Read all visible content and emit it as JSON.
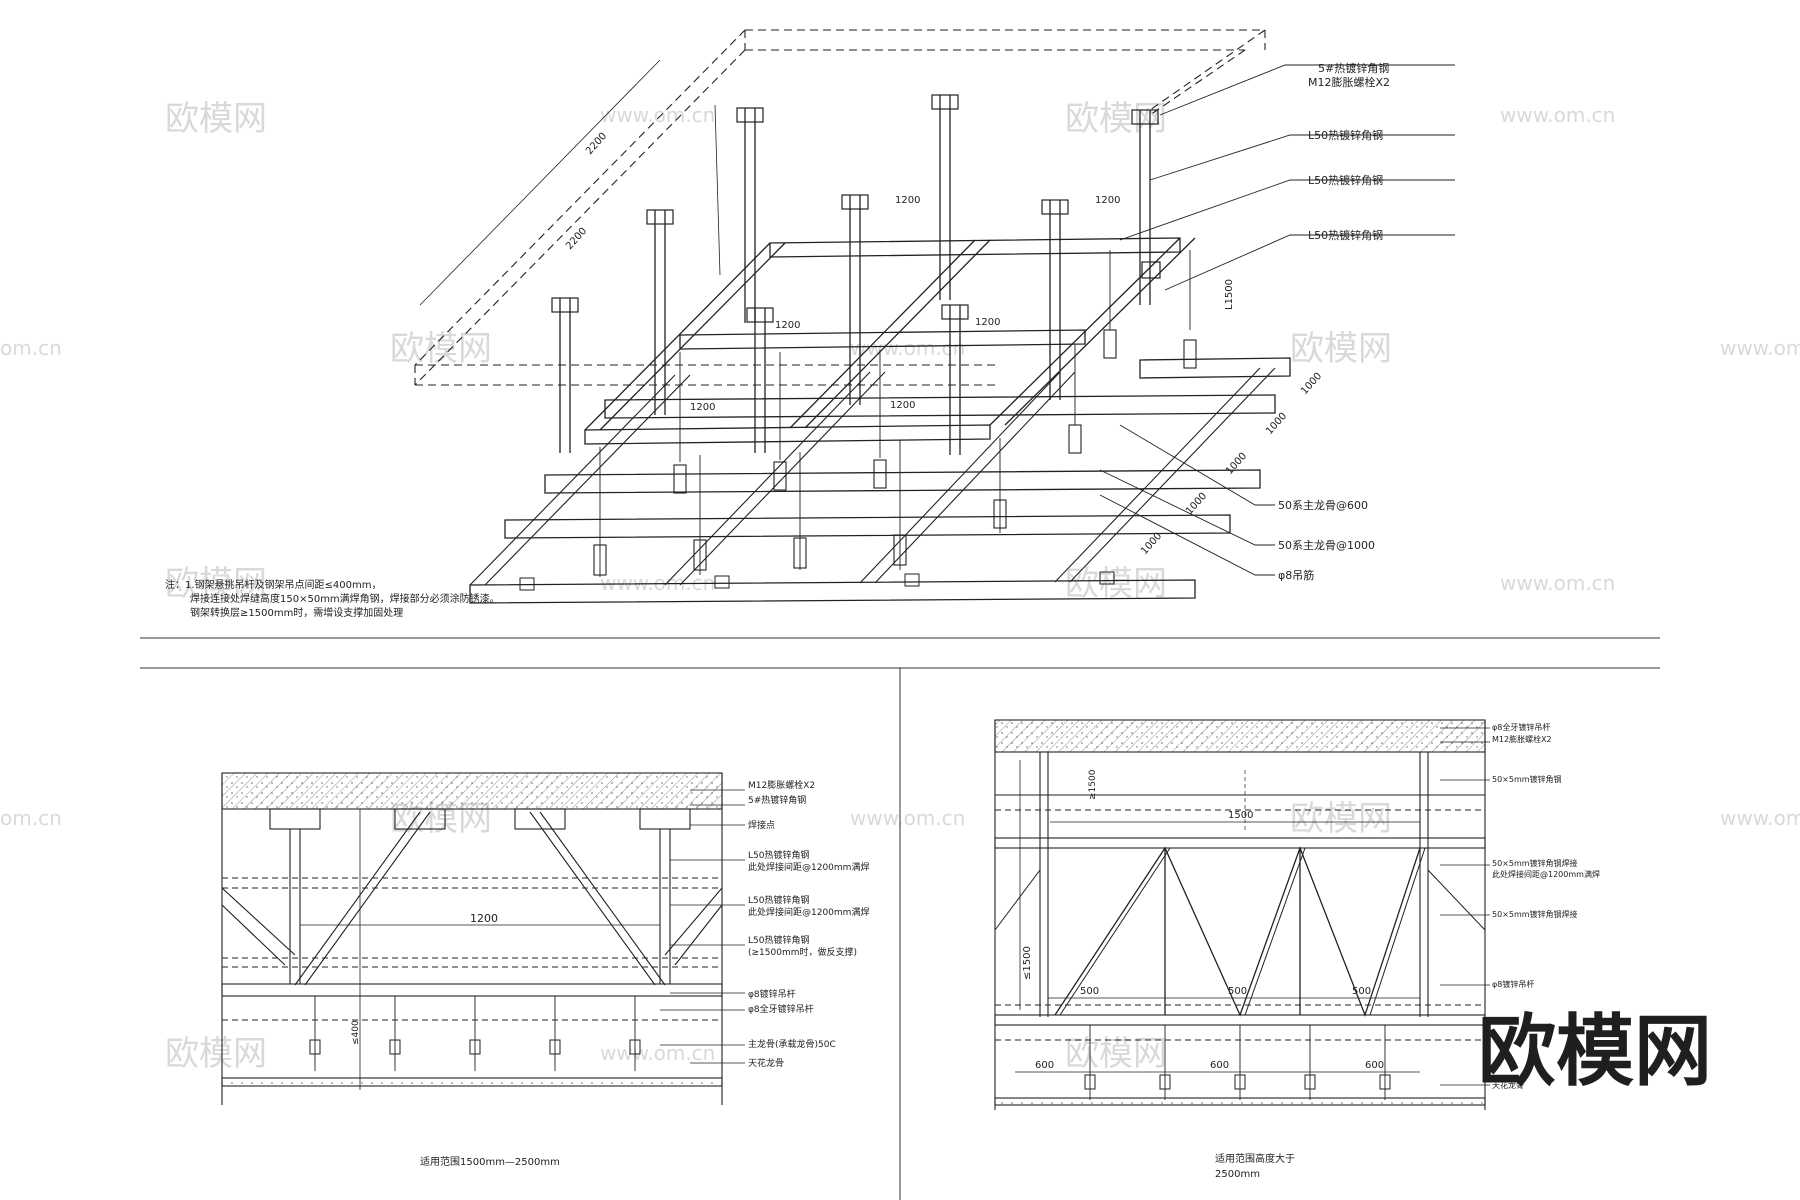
{
  "watermark": {
    "brand": "欧模网",
    "url": "www.om.cn",
    "url_short": "om.cn",
    "brand_text_color": "#1f1f1f",
    "faint_color": "#d9d9d9"
  },
  "iso": {
    "callouts": [
      "5#热镀锌角钢",
      "M12膨胀螺栓X2",
      "L50热镀锌角钢",
      "L50热镀锌角钢",
      "L50热镀锌角钢",
      "50系主龙骨@600",
      "50系主龙骨@1000",
      "φ8吊筋"
    ],
    "dims": {
      "d1200": "1200",
      "d2200": "2200",
      "d1500": "L1500",
      "d1000": "1000"
    },
    "note_lines": [
      "注：1.钢架悬挑吊杆及钢架吊点间距≤400mm，",
      "焊接连接处焊缝高度150×50mm满焊角钢，焊接部分必须涂防锈漆。",
      "钢架转换层≥1500mm时，需增设支撑加固处理"
    ]
  },
  "left": {
    "callouts": [
      "M12膨胀螺栓X2",
      "5#热镀锌角钢",
      "焊接点",
      "L50热镀锌角钢",
      "此处焊接间距@1200mm满焊",
      "L50热镀锌角钢",
      "此处焊接间距@1200mm满焊",
      "L50热镀锌角钢",
      "(≥1500mm时，做反支撑)",
      "φ8镀锌吊杆",
      "φ8全牙镀锌吊杆",
      "主龙骨(承载龙骨)50C",
      "天花龙骨"
    ],
    "dims": {
      "d1200": "1200",
      "d400": "≤400"
    },
    "caption": "适用范围1500mm—2500mm"
  },
  "right": {
    "callouts": [
      "φ8全牙镀锌吊杆",
      "M12膨胀螺栓X2",
      "50×5mm镀锌角钢",
      "50×5mm镀锌角钢焊接",
      "此处焊接间距@1200mm满焊",
      "50×5mm镀锌角钢焊接",
      "φ8镀锌吊杆",
      "天花龙骨"
    ],
    "dims": {
      "d1500top": "≥1500",
      "d1500": "1500",
      "d1500v": "≤1500",
      "d500": "500",
      "d600": "600"
    },
    "caption1": "适用范围高度大于",
    "caption2": "2500mm"
  }
}
